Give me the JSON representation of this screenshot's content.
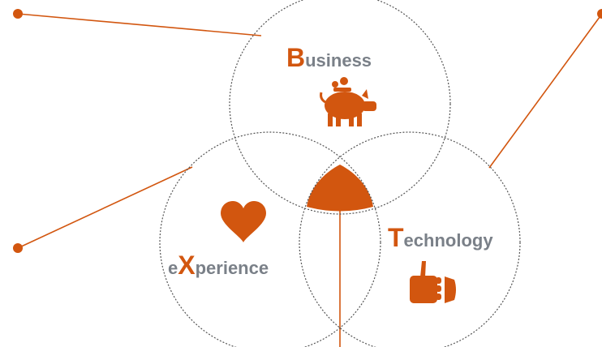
{
  "diagram": {
    "circles": [
      {
        "id": "business",
        "label_initial": "B",
        "label_rest": "usiness",
        "icon": "piggy-bank-icon"
      },
      {
        "id": "experience",
        "label_prefix": "e",
        "label_initial": "X",
        "label_rest": "perience",
        "icon": "heart-icon"
      },
      {
        "id": "technology",
        "label_initial": "T",
        "label_rest": "echnology",
        "icon": "thumbs-up-icon"
      }
    ],
    "accent_color": "#d2560f",
    "text_color": "#7a8088",
    "center_icon": "intersection-highlight"
  }
}
